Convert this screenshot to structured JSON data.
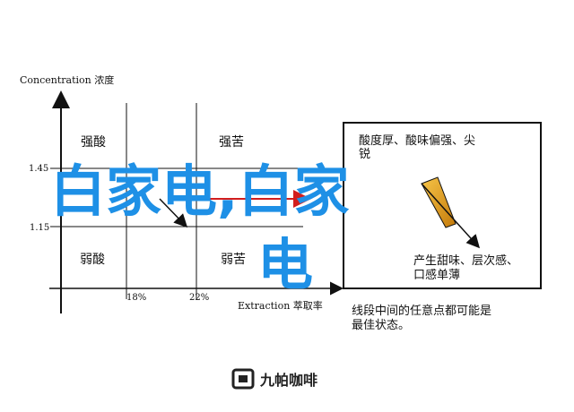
{
  "axes": {
    "y_label": "Concentration 浓度",
    "x_label": "Extraction 萃取率",
    "y_ticks": [
      "1.45",
      "1.15"
    ],
    "x_ticks": [
      "18%",
      "22%"
    ]
  },
  "regions": {
    "top_left": "强酸",
    "top_middle": "强苦",
    "bottom_left": "弱酸",
    "bottom_middle": "弱苦"
  },
  "legend_box": {
    "line1": "酸度厚、酸味偏强、尖",
    "line2": "锐",
    "line3": "产生甜味、层次感、",
    "line4": "口感单薄"
  },
  "note": {
    "line1": "线段中间的任意点都可能是",
    "line2": "最佳状态。"
  },
  "overlay": {
    "line1": "白家电,白家",
    "line2": "电"
  },
  "watermark": {
    "text": "九帕咖啡"
  },
  "colors": {
    "overlay": "#1e90e6",
    "arrow_red": "#d21e1e",
    "ink": "#111111"
  }
}
